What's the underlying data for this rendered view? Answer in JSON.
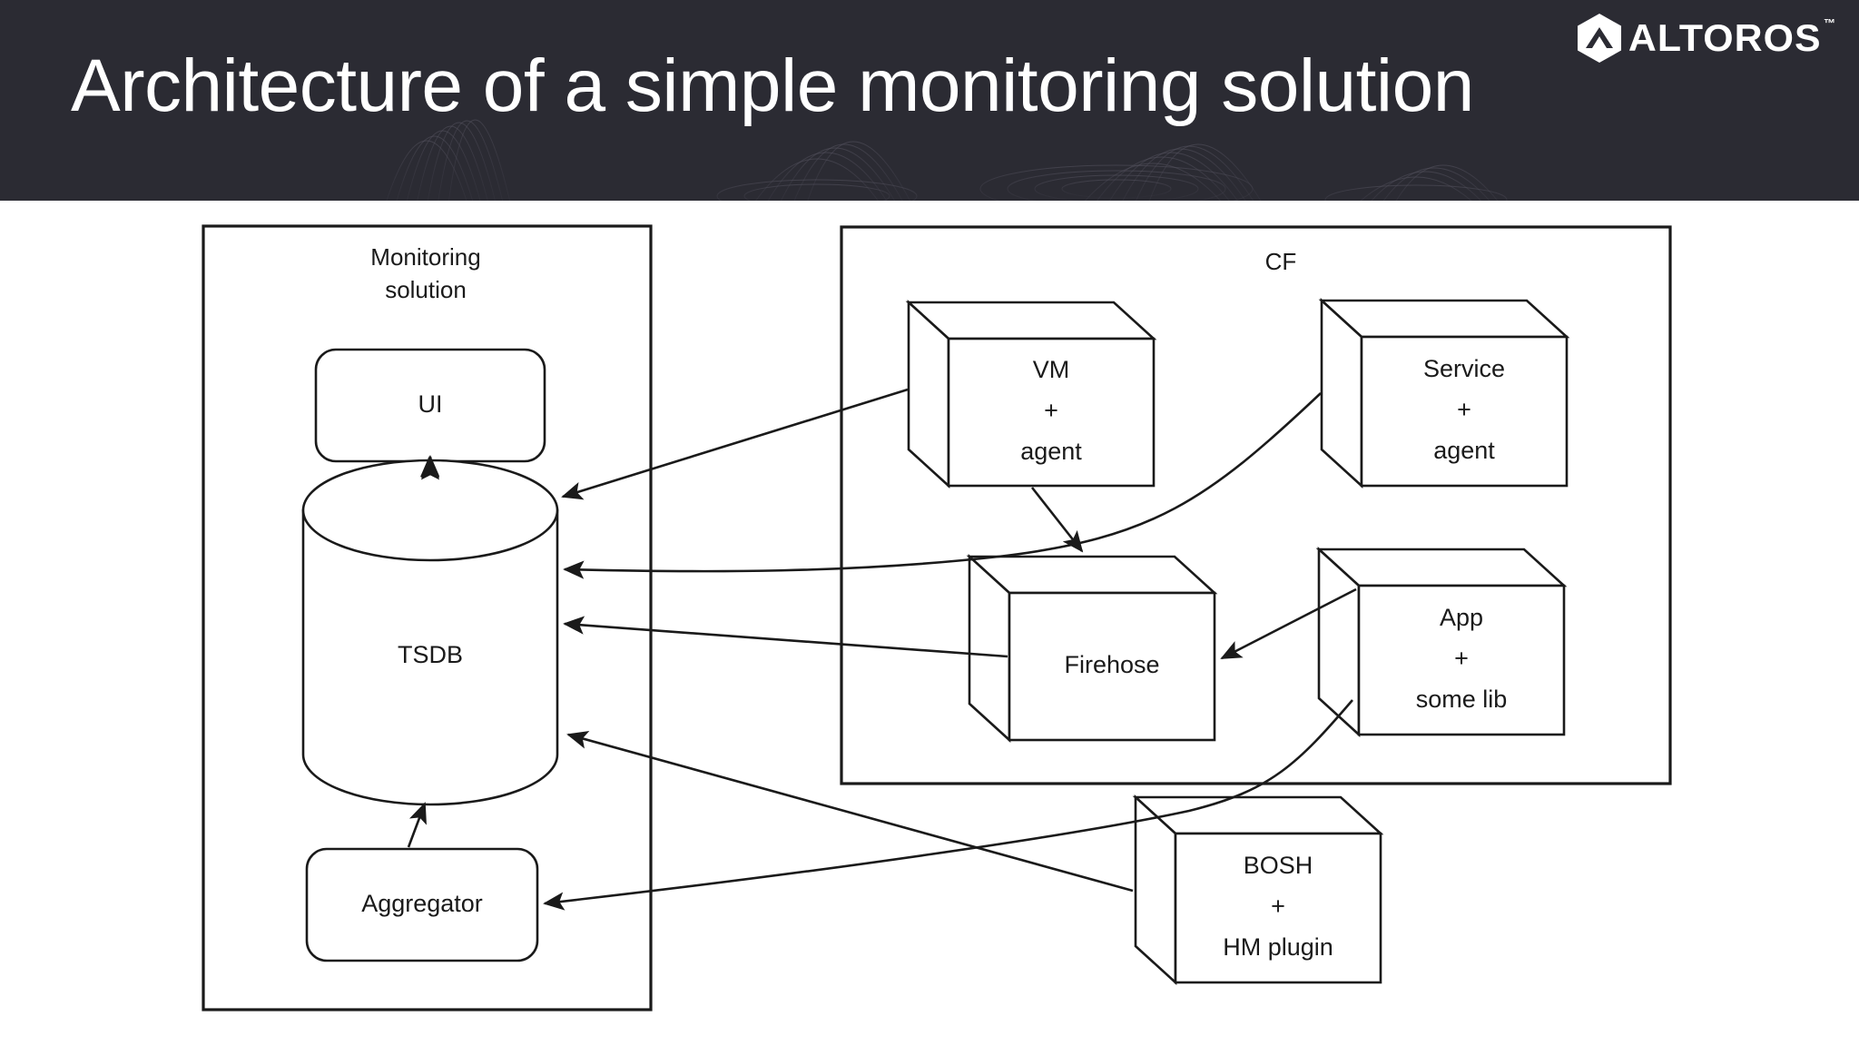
{
  "header": {
    "title": "Architecture of a simple monitoring solution",
    "background_color": "#2b2b33",
    "text_color": "#ffffff",
    "logo": {
      "name": "altoros-logo",
      "wordmark": "ALTOROS",
      "trademark": "™",
      "mark_icon": "hexagon-chevron-icon"
    }
  },
  "diagram": {
    "type": "architecture-block-diagram",
    "stroke_color": "#1a1a1a",
    "fill_color": "#ffffff",
    "groups": [
      {
        "id": "monitoring-solution",
        "label": "Monitoring\nsolution",
        "label_line1": "Monitoring",
        "label_line2": "solution"
      },
      {
        "id": "cf",
        "label": "CF",
        "label_line1": "CF",
        "label_line2": ""
      }
    ],
    "nodes": [
      {
        "id": "ui",
        "label_line1": "UI",
        "label_line2": "",
        "label_line3": "",
        "shape": "rounded-rect",
        "group": "monitoring-solution"
      },
      {
        "id": "tsdb",
        "label_line1": "TSDB",
        "label_line2": "",
        "label_line3": "",
        "shape": "cylinder",
        "group": "monitoring-solution"
      },
      {
        "id": "aggregator",
        "label_line1": "Aggregator",
        "label_line2": "",
        "label_line3": "",
        "shape": "rounded-rect",
        "group": "monitoring-solution"
      },
      {
        "id": "vm",
        "label_line1": "VM",
        "label_line2": "+",
        "label_line3": "agent",
        "shape": "cube",
        "group": "cf"
      },
      {
        "id": "service",
        "label_line1": "Service",
        "label_line2": "+",
        "label_line3": "agent",
        "shape": "cube",
        "group": "cf"
      },
      {
        "id": "firehose",
        "label_line1": "Firehose",
        "label_line2": "",
        "label_line3": "",
        "shape": "cube",
        "group": "cf"
      },
      {
        "id": "app",
        "label_line1": "App",
        "label_line2": "+",
        "label_line3": "some lib",
        "shape": "cube",
        "group": "cf"
      },
      {
        "id": "bosh",
        "label_line1": "BOSH",
        "label_line2": "+",
        "label_line3": "HM plugin",
        "shape": "cube",
        "group": ""
      }
    ],
    "edges": [
      {
        "id": "ui-to-tsdb",
        "from": "ui",
        "to": "tsdb",
        "arrow": "to"
      },
      {
        "id": "aggregator-to-tsdb",
        "from": "aggregator",
        "to": "tsdb",
        "arrow": "to"
      },
      {
        "id": "vm-to-tsdb",
        "from": "vm",
        "to": "tsdb",
        "arrow": "to"
      },
      {
        "id": "vm-to-firehose",
        "from": "vm",
        "to": "firehose",
        "arrow": "to"
      },
      {
        "id": "service-to-tsdb",
        "from": "service",
        "to": "tsdb",
        "arrow": "to"
      },
      {
        "id": "firehose-to-tsdb",
        "from": "firehose",
        "to": "tsdb",
        "arrow": "to"
      },
      {
        "id": "app-to-firehose",
        "from": "app",
        "to": "firehose",
        "arrow": "to"
      },
      {
        "id": "app-to-aggregator",
        "from": "app",
        "to": "aggregator",
        "arrow": "to"
      },
      {
        "id": "bosh-to-tsdb",
        "from": "bosh",
        "to": "tsdb",
        "arrow": "to"
      }
    ]
  }
}
